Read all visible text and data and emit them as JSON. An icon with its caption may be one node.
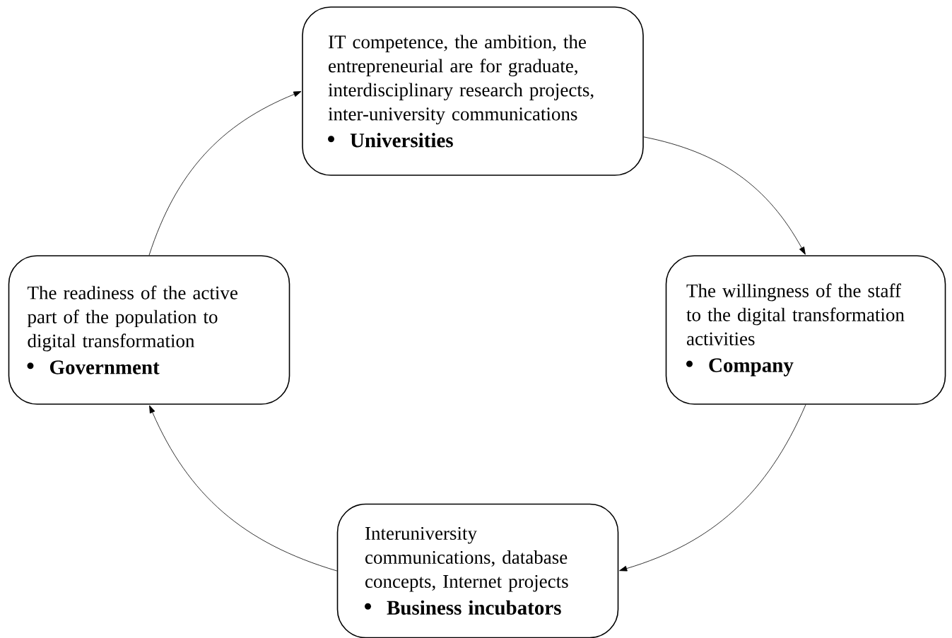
{
  "diagram": {
    "nodes": [
      {
        "text": [
          "IT competence, the ambition, the entrepreneurial are for graduate, interdisciplinary research projects, inter-university communications",
          "Universities"
        ]
      },
      {
        "text": [
          "The willingness of the staff to the digital transformation activities",
          "Company"
        ]
      },
      {
        "text": [
          "The readiness of the active part of the population to digital transformation",
          "Government"
        ]
      },
      {
        "text": [
          "Interuniversity communications, database concepts, Internet projects",
          "Business incubators"
        ]
      }
    ],
    "edges": [
      {
        "from": 0,
        "to": 1,
        "arrow": "to"
      },
      {
        "from": 1,
        "to": 3,
        "arrow": "to"
      },
      {
        "from": 3,
        "to": 2,
        "arrow": "to"
      },
      {
        "from": 2,
        "to": 0,
        "arrow": "to"
      }
    ]
  }
}
